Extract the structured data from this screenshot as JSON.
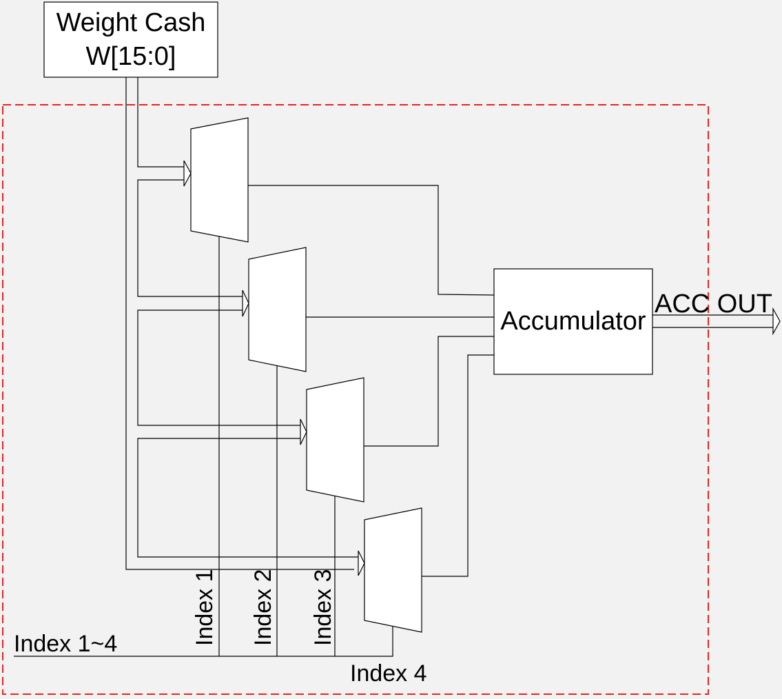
{
  "colors": {
    "background": "#f2f2f2",
    "block_fill": "#ffffff",
    "line": "#000000",
    "boundary": "#e8231f"
  },
  "weight_cache": {
    "line1": "Weight Cash",
    "line2": "W[15:0]"
  },
  "accumulator": {
    "label": "Accumulator"
  },
  "output": {
    "label": "ACC OUT"
  },
  "mux_units": [
    {
      "select_label": "Index 1"
    },
    {
      "select_label": "Index 2"
    },
    {
      "select_label": "Index 3"
    },
    {
      "select_label": "Index 4"
    }
  ],
  "index_bus": {
    "label": "Index 1~4"
  }
}
